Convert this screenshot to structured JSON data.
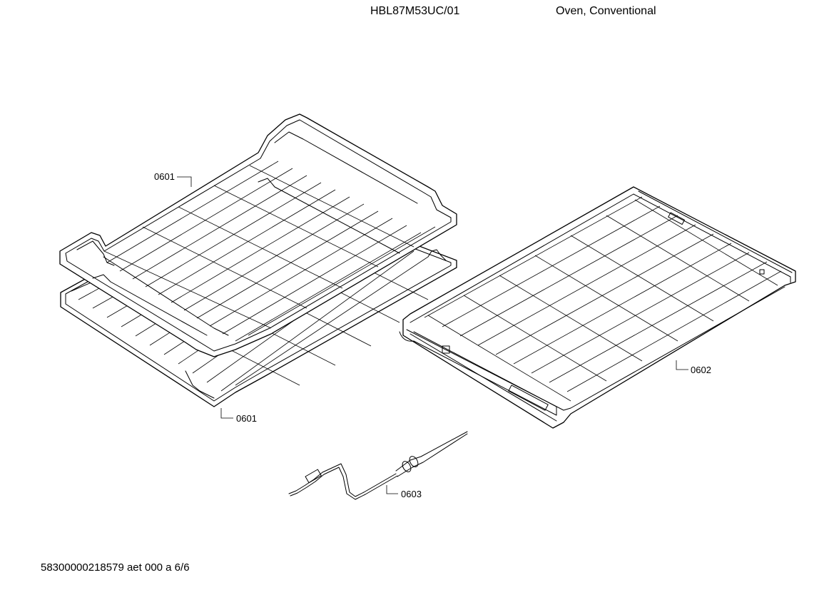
{
  "header": {
    "model": "HBL87M53UC/01",
    "description": "Oven, Conventional"
  },
  "parts": [
    {
      "id": "upper-rack",
      "label": "0601"
    },
    {
      "id": "lower-rack",
      "label": "0601"
    },
    {
      "id": "telescopic-rack",
      "label": "0602"
    },
    {
      "id": "meat-probe",
      "label": "0603"
    }
  ],
  "footer": {
    "document_code": "58300000218579 aet 000 a 6/6"
  }
}
